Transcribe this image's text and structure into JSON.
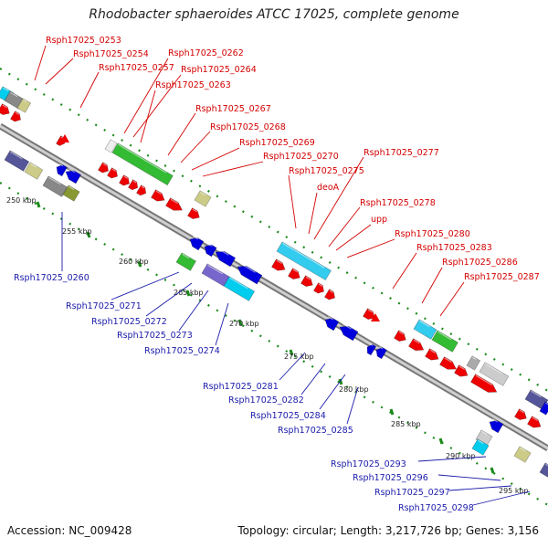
{
  "title": "Rhodobacter sphaeroides ATCC 17025, complete genome",
  "footer": {
    "accession": "Accession: NC_009428",
    "summary": "Topology: circular; Length: 3,217,726 bp; Genes: 3,156"
  },
  "colors": {
    "forward_label": "#d40000",
    "reverse_label": "#1a1aaa",
    "forward_gene": "#ee0000",
    "reverse_gene": "#0000dd",
    "backbone": "#a0a0a0",
    "tick": "#1a8a1a"
  },
  "ticks": [
    "250 kbp",
    "255 kbp",
    "260 kbp",
    "265 kbp",
    "270 kbp",
    "275 kbp",
    "280 kbp",
    "285 kbp",
    "290 kbp",
    "295 kbp"
  ],
  "forward_labels": [
    "Rsph17025_0253",
    "Rsph17025_0254",
    "Rsph17025_0257",
    "Rsph17025_0262",
    "Rsph17025_0264",
    "Rsph17025_0263",
    "Rsph17025_0267",
    "Rsph17025_0268",
    "Rsph17025_0269",
    "Rsph17025_0270",
    "Rsph17025_0277",
    "Rsph17025_0275",
    "deoA",
    "Rsph17025_0278",
    "upp",
    "Rsph17025_0280",
    "Rsph17025_0283",
    "Rsph17025_0286",
    "Rsph17025_0287"
  ],
  "reverse_labels": [
    "Rsph17025_0260",
    "Rsph17025_0271",
    "Rsph17025_0272",
    "Rsph17025_0273",
    "Rsph17025_0274",
    "Rsph17025_0281",
    "Rsph17025_0282",
    "Rsph17025_0284",
    "Rsph17025_0285",
    "Rsph17025_0293",
    "Rsph17025_0296",
    "Rsph17025_0297",
    "Rsph17025_0298"
  ]
}
